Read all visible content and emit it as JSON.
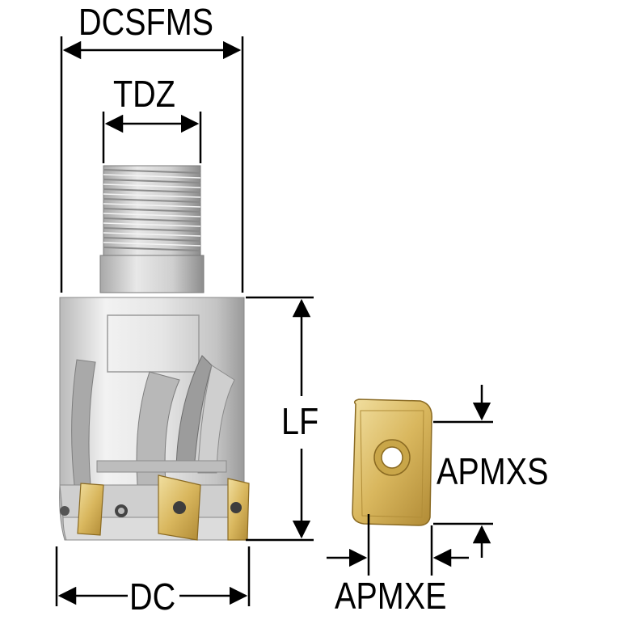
{
  "labels": {
    "dcsfms": "DCSFMS",
    "tdz": "TDZ",
    "lf": "LF",
    "apmxs": "APMXS",
    "dc": "DC",
    "apmxe": "APMXE"
  },
  "colors": {
    "line": "#000000",
    "body_light": "#e9e9e9",
    "body_mid": "#c9c9c9",
    "body_dark": "#8e8e8e",
    "insert_gold": "#d8b45a",
    "insert_light": "#ecd896",
    "insert_dark": "#a9822e"
  }
}
